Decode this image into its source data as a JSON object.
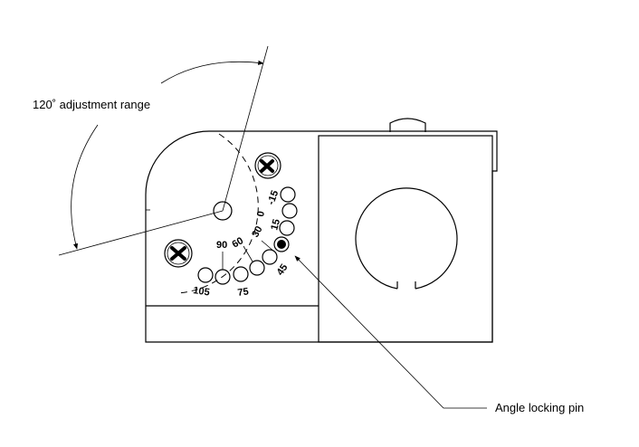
{
  "labels": {
    "range": "120˚ adjustment range",
    "pin": "Angle locking pin"
  },
  "angles": {
    "neg15": "-15",
    "zero": "0",
    "fifteen": "15",
    "thirty": "30",
    "sixty": "60",
    "ninety": "90",
    "fortyfive": "45",
    "seventyfive": "75",
    "onehundredfive": "105"
  }
}
